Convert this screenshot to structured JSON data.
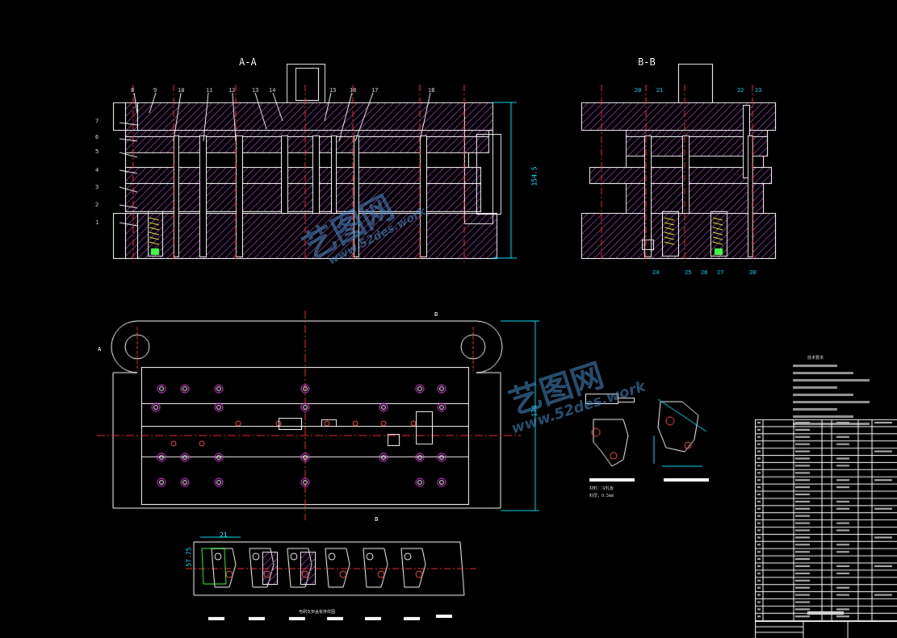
{
  "drawing": {
    "section_aa": "A-A",
    "section_bb": "B-B",
    "height_dim": "154.5",
    "width_dim": "170",
    "strip_pitch": "21",
    "strip_width": "57.75",
    "cut_a": "A",
    "cut_b_top": "B",
    "cut_b_bottom": "B",
    "part_caption_1": "材料：冷轧板",
    "part_caption_2": "料厚：0.5mm",
    "strip_caption": "电刷支架盖板排样图",
    "tech_title": "技术要求"
  },
  "watermark": {
    "brand": "艺图网",
    "url": "www.52des.work"
  },
  "colors": {
    "background": "#000000",
    "outline": "#ffffff",
    "hatch": "#b040c8",
    "center_line": "#ff3030",
    "dimension": "#00e5ff",
    "leader": "#ffffff",
    "spring": "#ffff40",
    "part_green": "#40ff40",
    "watermark": "#4a8cc8"
  },
  "callouts_aa": [
    "7",
    "6",
    "5",
    "4",
    "3",
    "2",
    "1",
    "8",
    "9",
    "10",
    "11",
    "12",
    "13",
    "14",
    "15",
    "16",
    "17",
    "18"
  ],
  "callouts_bb": [
    "20",
    "21",
    "22",
    "23",
    "24",
    "25",
    "26",
    "27",
    "28"
  ]
}
